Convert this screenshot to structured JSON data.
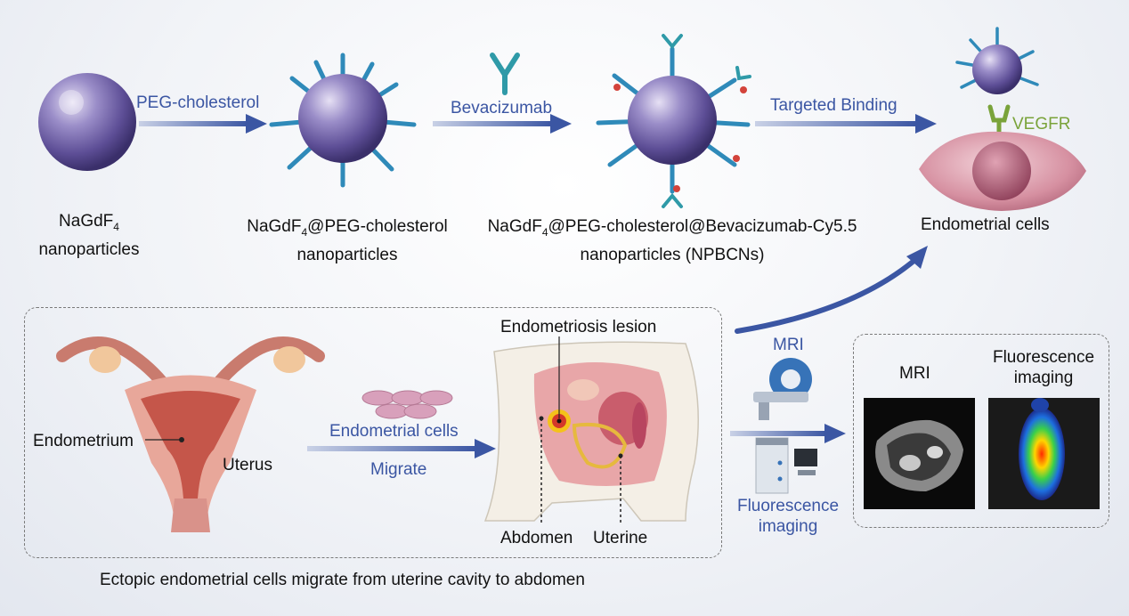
{
  "top_row": {
    "np1": {
      "line1_main": "NaGdF",
      "line1_sub": "4",
      "line2": "nanoparticles"
    },
    "step1": "PEG-cholesterol",
    "np2": {
      "line1_main": "NaGdF",
      "line1_sub": "4",
      "line1_rest": "@PEG-cholesterol",
      "line2": "nanoparticles"
    },
    "step2": "Bevacizumab",
    "np3": {
      "line1_main": "NaGdF",
      "line1_sub": "4",
      "line1_rest": "@PEG-cholesterol@Bevacizumab-Cy5.5",
      "line2": "nanoparticles (NPBCNs)"
    },
    "step3": "Targeted Binding",
    "receptor": "VEGFR",
    "cell_label": "Endometrial cells"
  },
  "bottom_row": {
    "endometrium": "Endometrium",
    "uterus": "Uterus",
    "cells": "Endometrial cells",
    "migrate": "Migrate",
    "lesion": "Endometriosis lesion",
    "abdomen": "Abdomen",
    "uterine": "Uterine",
    "caption": "Ectopic endometrial cells migrate from uterine cavity to abdomen",
    "mri_device": "MRI",
    "fluor_device_1": "Fluorescence",
    "fluor_device_2": "imaging",
    "panel_mri": "MRI",
    "panel_fluor_1": "Fluorescence",
    "panel_fluor_2": "imaging"
  },
  "colors": {
    "arrow_blue": "#3b56a3",
    "nanoparticle": "#7d6fb0",
    "spike": "#2f8ab9",
    "receptor_green": "#7aa33a",
    "cell_pink": "#d89aa8"
  }
}
